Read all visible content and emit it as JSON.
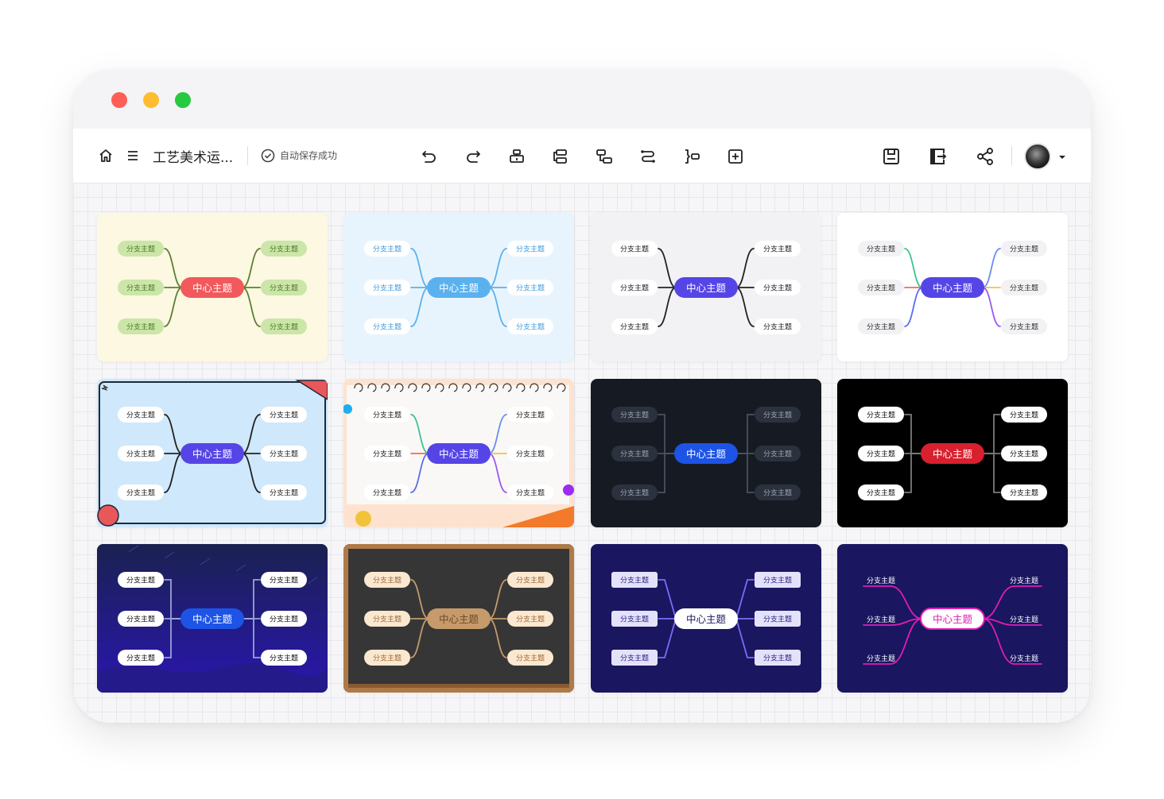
{
  "window": {
    "traffic_lights": [
      {
        "name": "close",
        "color": "#fe5f57"
      },
      {
        "name": "minimize",
        "color": "#febc2e"
      },
      {
        "name": "zoom",
        "color": "#28c840"
      }
    ]
  },
  "toolbar": {
    "doc_title": "工艺美术运...",
    "save_status": "自动保存成功",
    "left_icons": [
      "home-icon",
      "menu-icon"
    ],
    "center_icons": [
      "undo-icon",
      "redo-icon",
      "insert-topic-icon",
      "subtopic-icon",
      "child-topic-icon",
      "relation-icon",
      "summary-icon",
      "add-icon"
    ],
    "right_icons": [
      "save-icon",
      "export-icon",
      "share-icon"
    ],
    "avatar": "avatar",
    "avatar_menu": "chevron-down-icon"
  },
  "templates": {
    "center_label": "中心主题",
    "branch_label": "分支主题",
    "cards": [
      {
        "id": "t1",
        "theme": "cream-green",
        "bg": "#fdf8e1",
        "center_bg": "#f2595c",
        "center_fg": "#ffffff",
        "branch_bg": "#cbe6a8",
        "branch_fg": "#4d7a2a",
        "line": "#5b7f36",
        "style": "curve"
      },
      {
        "id": "t2",
        "theme": "light-blue",
        "bg": "#e8f4fd",
        "center_bg": "#5ab1ee",
        "center_fg": "#ffffff",
        "branch_bg": "#ffffff",
        "branch_fg": "#3c9be0",
        "line": "#5ab1ee",
        "style": "curve"
      },
      {
        "id": "t3",
        "theme": "light-gray",
        "bg": "#f2f2f4",
        "center_bg": "#5645e6",
        "center_fg": "#ffffff",
        "branch_bg": "#ffffff",
        "branch_fg": "#222222",
        "line": "#222222",
        "style": "curve"
      },
      {
        "id": "t4",
        "theme": "white-rainbow",
        "bg": "#ffffff",
        "center_bg": "#5645e6",
        "center_fg": "#ffffff",
        "branch_bg": "#f2f2f4",
        "branch_fg": "#333333",
        "line": "#6a8df0",
        "style": "rainbow"
      },
      {
        "id": "t5",
        "theme": "sky-frame",
        "bg": "#cfe8fb",
        "center_bg": "#5645e6",
        "center_fg": "#ffffff",
        "branch_bg": "#ffffff",
        "branch_fg": "#222222",
        "line": "#222222",
        "style": "curve"
      },
      {
        "id": "t6",
        "theme": "notebook",
        "bg": "#faf8f6",
        "center_bg": "#5645e6",
        "center_fg": "#ffffff",
        "branch_bg": "#ffffff",
        "branch_fg": "#222222",
        "line": "#6a8df0",
        "style": "rainbow"
      },
      {
        "id": "t7",
        "theme": "dark-slate",
        "bg": "#161a22",
        "center_bg": "#1d54e6",
        "center_fg": "#ffffff",
        "branch_bg": "#2b313d",
        "branch_fg": "#9aa3b2",
        "line": "#4a5160",
        "style": "bracket"
      },
      {
        "id": "t8",
        "theme": "black-red",
        "bg": "#000000",
        "center_bg": "#d8202e",
        "center_fg": "#ffffff",
        "branch_bg": "#ffffff",
        "branch_fg": "#111111",
        "line": "#7a7a7a",
        "style": "bracket"
      },
      {
        "id": "t9",
        "theme": "night-sky",
        "bg": "#1a1f66",
        "center_bg": "#1d54e6",
        "center_fg": "#ffffff",
        "branch_bg": "#ffffff",
        "branch_fg": "#111111",
        "line": "#9aa3d8",
        "style": "bracket"
      },
      {
        "id": "t10",
        "theme": "chalkboard",
        "bg": "#333333",
        "center_bg": "#c69a6a",
        "center_fg": "#6b4a2a",
        "branch_bg": "#fbe8d0",
        "branch_fg": "#a06a3a",
        "line": "#c69a6a",
        "style": "curve"
      },
      {
        "id": "t11",
        "theme": "navy-purple",
        "bg": "#1a1660",
        "center_bg": "#ffffff",
        "center_fg": "#1a1660",
        "branch_bg": "#e4e2fb",
        "branch_fg": "#2a2680",
        "line": "#7c6cf5",
        "style": "straight"
      },
      {
        "id": "t12",
        "theme": "navy-neon",
        "bg": "#1a1660",
        "center_bg": "#ffffff",
        "center_fg": "#e01cb5",
        "branch_bg": "none",
        "branch_fg": "#ffffff",
        "line": "#e01cb5",
        "style": "underline"
      }
    ]
  }
}
